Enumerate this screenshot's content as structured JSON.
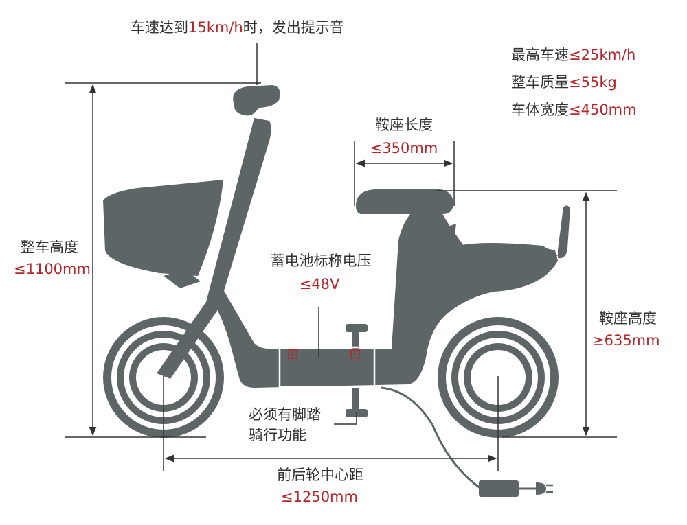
{
  "colors": {
    "bike": "#5d6566",
    "text": "#333333",
    "accent_red": "#b3282c",
    "line": "#333333"
  },
  "top_note": {
    "prefix": "车速达到",
    "value": "15km/h",
    "suffix": "时，发出提示音"
  },
  "specs": [
    {
      "label": "最高车速",
      "value": "≤25km/h"
    },
    {
      "label": "整车质量",
      "value": "≤55kg"
    },
    {
      "label": "车体宽度",
      "value": "≤450mm"
    }
  ],
  "dimensions": {
    "seat_length": {
      "label": "鞍座长度",
      "value": "≤350mm"
    },
    "overall_height": {
      "label": "整车高度",
      "value": "≤1100mm"
    },
    "battery_voltage": {
      "label": "蓄电池标称电压",
      "value": "≤48V"
    },
    "seat_height": {
      "label": "鞍座高度",
      "value": "≥635mm"
    },
    "pedals": {
      "line1": "必须有脚踏",
      "line2": "骑行功能"
    },
    "wheelbase": {
      "label": "前后轮中心距",
      "value": "≤1250mm"
    }
  },
  "battery_symbols": {
    "plus": "+",
    "minus": "-"
  },
  "icons": [
    "electric-bicycle-icon",
    "battery-icon",
    "charger-plug-icon",
    "pedal-icon"
  ]
}
